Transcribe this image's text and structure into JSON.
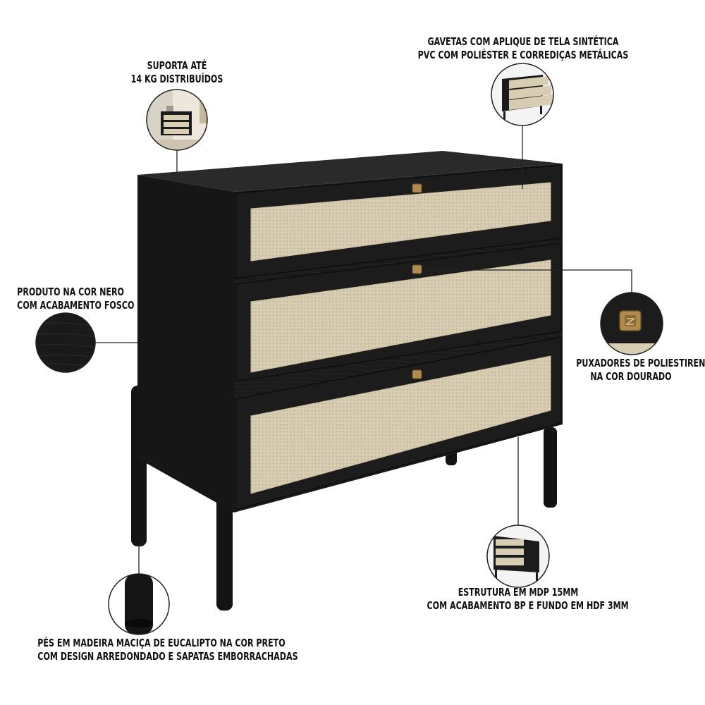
{
  "colors": {
    "body": "#1c1c1c",
    "body_side": "#141414",
    "rattan": "#d8ccb3",
    "handle": "#b08a4e",
    "line": "#222222"
  },
  "callouts": [
    {
      "id": "support",
      "lines": [
        "SUPORTA ATÉ",
        "14 KG DISTRIBUÍDOS"
      ],
      "icon": "room-photo-icon"
    },
    {
      "id": "drawers",
      "lines": [
        "GAVETAS COM APLIQUE DE TELA SINTÉTICA",
        "PVC COM POLIÉSTER E CORREDIÇAS METÁLICAS"
      ],
      "icon": "open-drawers-icon"
    },
    {
      "id": "color",
      "lines": [
        "PRODUTO NA COR NERO",
        "COM ACABAMENTO FOSCO"
      ],
      "icon": "texture-swatch-icon"
    },
    {
      "id": "handles",
      "lines": [
        "PUXADORES DE POLIESTIRENO",
        "NA COR DOURADO"
      ],
      "icon": "handle-closeup-icon"
    },
    {
      "id": "structure",
      "lines": [
        "ESTRUTURA EM MDP 15MM",
        "COM ACABAMENTO BP E FUNDO EM HDF 3MM"
      ],
      "icon": "dresser-back-icon"
    },
    {
      "id": "legs",
      "lines": [
        "PÉS EM MADEIRA MACIÇA DE EUCALIPTO NA COR PRETO",
        "COM DESIGN ARREDONDADO E SAPATAS EMBORRACHADAS"
      ],
      "icon": "leg-closeup-icon"
    }
  ]
}
